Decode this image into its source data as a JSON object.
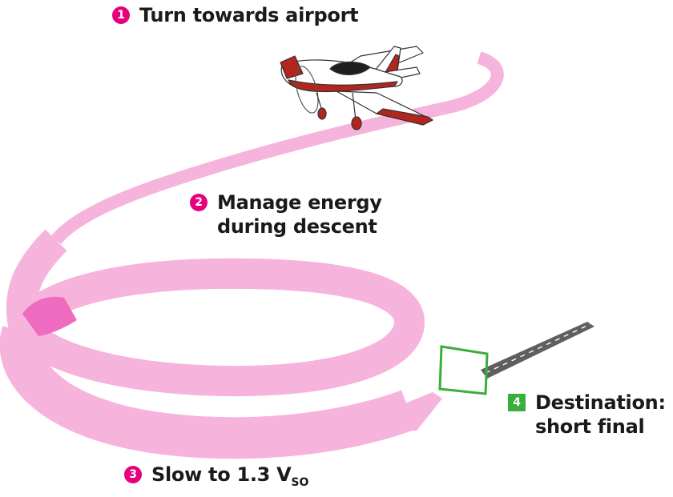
{
  "colors": {
    "path_pink": "#f6b3dc",
    "overlap_pink": "#ef6bbf",
    "badge_magenta": "#e6007e",
    "badge_green": "#3aae3a",
    "runway": "#5f5f5f",
    "plane_red": "#b3261e"
  },
  "steps": [
    {
      "number": "1",
      "text": "Turn towards airport",
      "badge_shape": "circle"
    },
    {
      "number": "2",
      "text": "Manage energy\nduring descent",
      "badge_shape": "circle"
    },
    {
      "number": "3",
      "text": "Slow to 1.3 V",
      "subscript": "SO",
      "badge_shape": "circle"
    },
    {
      "number": "4",
      "text": "Destination:\nshort final",
      "badge_shape": "square"
    }
  ]
}
